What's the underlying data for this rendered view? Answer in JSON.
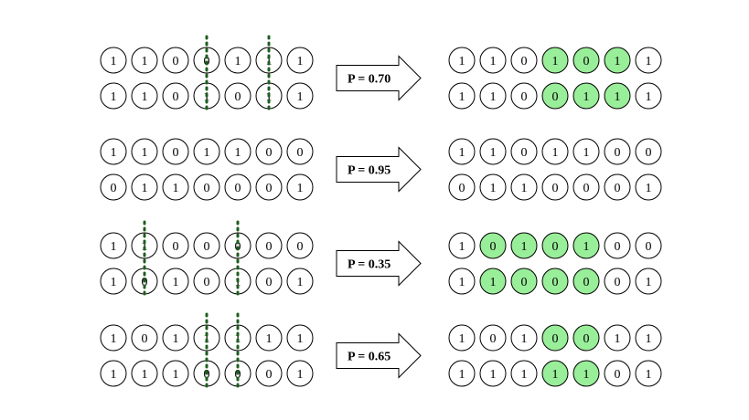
{
  "colors": {
    "circle_stroke": "#000000",
    "highlight_fill": "#99ee99",
    "cut_line": "#1e5e1e",
    "background": "#ffffff"
  },
  "examples": [
    {
      "probability_label": "P = 0.70",
      "parents": [
        [
          1,
          1,
          0,
          0,
          1,
          1,
          1
        ],
        [
          1,
          1,
          0,
          1,
          0,
          1,
          1
        ]
      ],
      "crossover_points": [
        3,
        5
      ],
      "offspring": [
        [
          1,
          1,
          0,
          1,
          0,
          1,
          1
        ],
        [
          1,
          1,
          0,
          0,
          1,
          1,
          1
        ]
      ],
      "highlighted": [
        3,
        4,
        5
      ]
    },
    {
      "probability_label": "P = 0.95",
      "parents": [
        [
          1,
          1,
          0,
          1,
          1,
          0,
          0
        ],
        [
          0,
          1,
          1,
          0,
          0,
          0,
          1
        ]
      ],
      "crossover_points": [],
      "offspring": [
        [
          1,
          1,
          0,
          1,
          1,
          0,
          0
        ],
        [
          0,
          1,
          1,
          0,
          0,
          0,
          1
        ]
      ],
      "highlighted": []
    },
    {
      "probability_label": "P = 0.35",
      "parents": [
        [
          1,
          1,
          0,
          0,
          0,
          0,
          0
        ],
        [
          1,
          0,
          1,
          0,
          1,
          0,
          1
        ]
      ],
      "crossover_points": [
        1,
        4
      ],
      "offspring": [
        [
          1,
          0,
          1,
          0,
          1,
          0,
          0
        ],
        [
          1,
          1,
          0,
          0,
          0,
          0,
          1
        ]
      ],
      "highlighted": [
        1,
        2,
        3,
        4
      ]
    },
    {
      "probability_label": "P = 0.65",
      "parents": [
        [
          1,
          0,
          1,
          1,
          1,
          1,
          1
        ],
        [
          1,
          1,
          1,
          0,
          0,
          0,
          1
        ]
      ],
      "crossover_points": [
        3,
        4
      ],
      "offspring": [
        [
          1,
          0,
          1,
          0,
          0,
          1,
          1
        ],
        [
          1,
          1,
          1,
          1,
          1,
          0,
          1
        ]
      ],
      "highlighted": [
        3,
        4
      ]
    }
  ]
}
